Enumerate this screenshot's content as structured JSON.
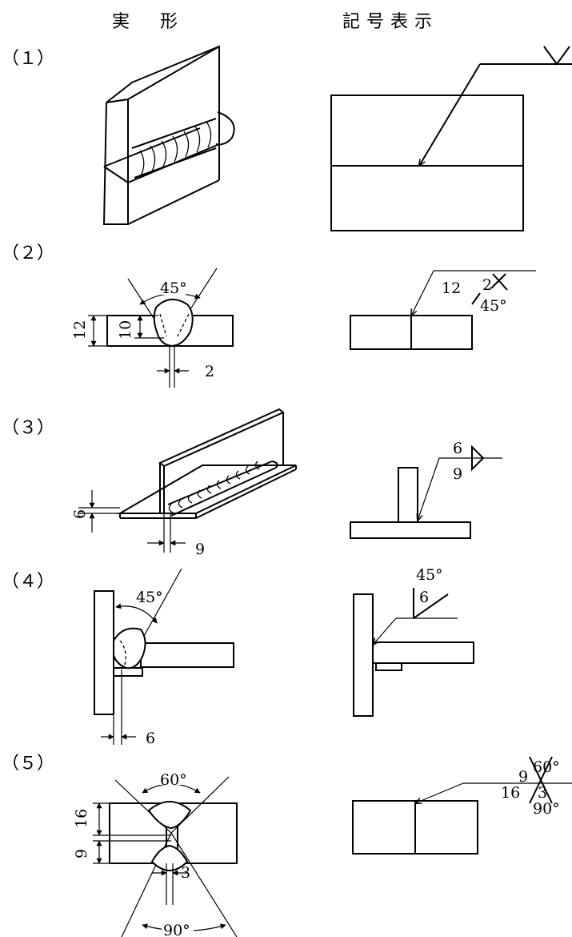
{
  "headers": {
    "actual_shape": "実　形",
    "symbol_notation": "記号表示"
  },
  "items": [
    {
      "number": "（１）"
    },
    {
      "number": "（２）",
      "groove_angle": "45°",
      "plate_thickness": "12",
      "groove_depth": "10",
      "root_gap": "2",
      "symbol_depth": "12",
      "symbol_gap": "2",
      "symbol_angle": "45°"
    },
    {
      "number": "（３）",
      "leg_vertical": "6",
      "leg_horizontal": "9",
      "symbol_leg_upper": "6",
      "symbol_leg_lower": "9"
    },
    {
      "number": "（４）",
      "groove_angle": "45°",
      "root_gap": "6",
      "symbol_angle": "45°",
      "symbol_depth": "6"
    },
    {
      "number": "（５）",
      "upper_angle": "60°",
      "upper_depth": "16",
      "lower_depth": "9",
      "root_gap": "3",
      "lower_angle": "90°",
      "symbol_upper_angle": "60°",
      "symbol_arrow_depth": "9",
      "symbol_other_depth": "16",
      "symbol_gap": "3",
      "symbol_lower_angle": "90°"
    }
  ]
}
